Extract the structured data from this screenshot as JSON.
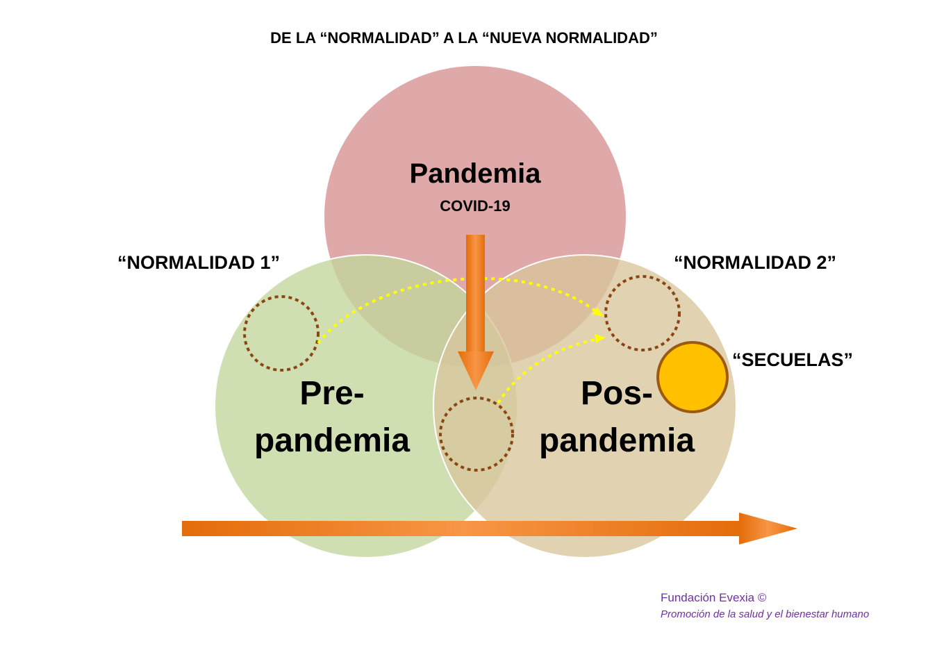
{
  "title": "DE LA “NORMALIDAD” A LA “NUEVA NORMALIDAD”",
  "circles": {
    "pandemia": {
      "label": "Pandemia",
      "sublabel": "COVID-19",
      "color": "#d68f91"
    },
    "prepandemia": {
      "label_line1": "Pre-",
      "label_line2": "pandemia",
      "color": "#c3d69b"
    },
    "pospandemia": {
      "label_line1": "Pos-",
      "label_line2": "pandemia",
      "color": "#d9c59c"
    }
  },
  "labels": {
    "normalidad1": "“NORMALIDAD 1”",
    "normalidad2": "“NORMALIDAD 2”",
    "secuelas": "“SECUELAS”"
  },
  "footer": {
    "org_name": "Fundación Evexia ©",
    "tagline": "Promoción de la salud y el bienestar humano"
  },
  "colors": {
    "arrow": "#e46c0a",
    "arrow_light": "#f79646",
    "dotted_circle": "#8b4513",
    "dotted_path": "#ffff00",
    "secuelas_fill": "#ffc000",
    "secuelas_stroke": "#9c5a10",
    "footer_text": "#7030a0"
  }
}
